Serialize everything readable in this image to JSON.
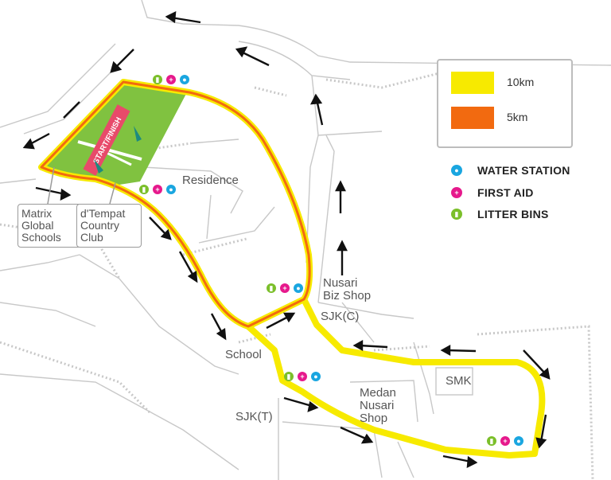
{
  "legend": {
    "routes": [
      {
        "label": "10km",
        "color": "#f7ea00"
      },
      {
        "label": "5km",
        "color": "#f26a10"
      }
    ],
    "facilities": [
      {
        "label": "WATER STATION",
        "icon": "water-drop-icon",
        "color": "#1aa6e0"
      },
      {
        "label": "FIRST AID",
        "icon": "cross-icon",
        "color": "#e6198c"
      },
      {
        "label": "LITTER BINS",
        "icon": "bin-icon",
        "color": "#7bbf2a"
      }
    ]
  },
  "start_finish": "START/FINISH",
  "places": {
    "residence": "Residence",
    "matrix_line1": "Matrix",
    "matrix_line2": "Global",
    "matrix_line3": "Schools",
    "tempat_line1": "d'Tempat",
    "tempat_line2": "Country",
    "tempat_line3": "Club",
    "nusari_line1": "Nusari",
    "nusari_line2": "Biz Shop",
    "sjkc": "SJK(C)",
    "school": "School",
    "smk": "SMK",
    "medan_line1": "Medan",
    "medan_line2": "Nusari",
    "medan_line3": "Shop",
    "sjkt": "SJK(T)"
  }
}
